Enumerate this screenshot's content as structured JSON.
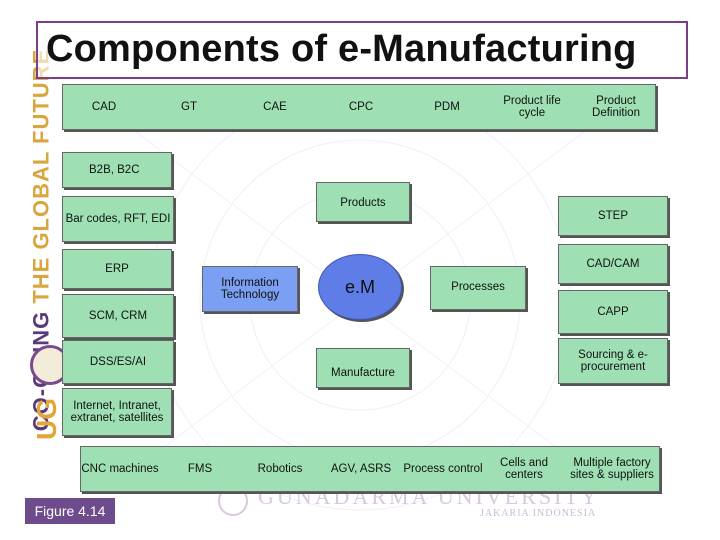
{
  "title": "Components of e-Manufacturing",
  "side_text": {
    "part1": "THE GLOBAL FUTURE",
    "part2": "CO-ORING"
  },
  "brand": {
    "ug": "UG",
    "wordmark": "GUNADARMA UNIVERSITY",
    "subline": "JAKARIA INDONESIA"
  },
  "figure_label": "Figure 4.14",
  "top_row": {
    "cad": "CAD",
    "gt": "GT",
    "cae": "CAE",
    "cpc": "CPC",
    "pdm": "PDM",
    "product_life_cycle": "Product life cycle",
    "product_definition": "Product Definition"
  },
  "left_column": {
    "b2b_b2c": "B2B, B2C",
    "bar_codes": "Bar codes, RFT, EDI",
    "erp": "ERP",
    "scm_crm": "SCM, CRM",
    "dss": "DSS/ES/AI",
    "internet": "Internet, Intranet, extranet, satellites"
  },
  "right_column": {
    "step": "STEP",
    "cad_cam": "CAD/CAM",
    "capp": "CAPP",
    "sourcing": "Sourcing & e-procurement"
  },
  "center": {
    "products": "Products",
    "info_tech": "Information Technology",
    "em": "e.M",
    "processes": "Processes",
    "manufacture": "Manufacture"
  },
  "bottom_row": {
    "cnc": "CNC machines",
    "fms": "FMS",
    "robotics": "Robotics",
    "agv": "AGV, ASRS",
    "process_control": "Process control",
    "cells": "Cells and centers",
    "multiple_factory": "Multiple factory sites & suppliers"
  },
  "colors": {
    "box_green": "#9ee0b4",
    "box_blue": "#7b9ff2",
    "em_blue": "#5f7de6",
    "frame_purple": "#7a3f86"
  }
}
